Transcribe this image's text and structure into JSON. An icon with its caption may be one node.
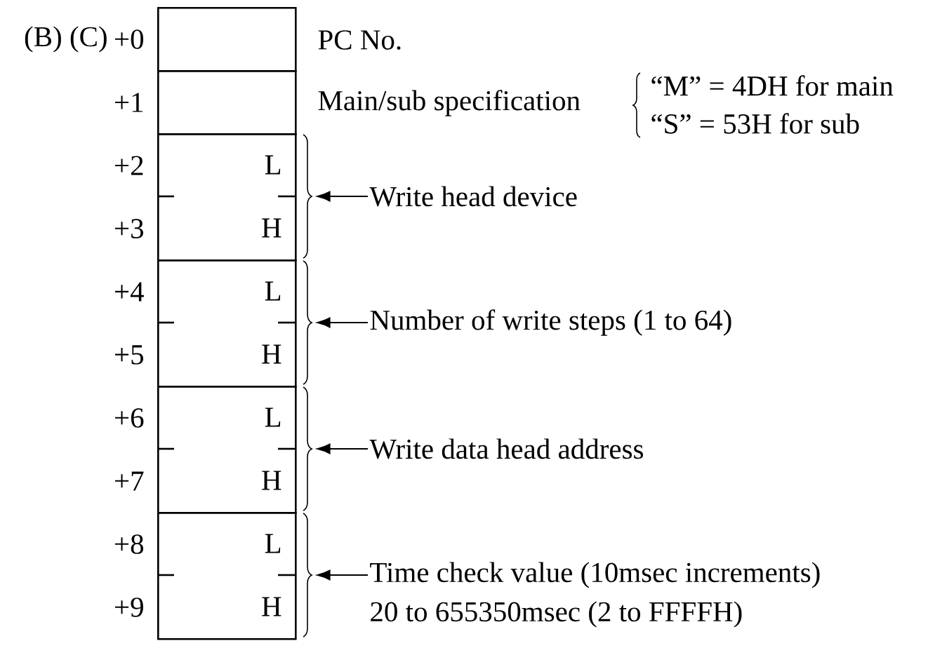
{
  "diagram": {
    "nodes": [
      {
        "text": [],
        "shape": "box",
        "beside": [
          "PC No."
        ]
      },
      {
        "text": [],
        "shape": "box",
        "beside": [
          "Main/sub specification"
        ]
      },
      {
        "text": [
          "L",
          "H"
        ]
      },
      {
        "text": [
          "L",
          "H"
        ]
      },
      {
        "text": [
          "L",
          "H"
        ]
      },
      {
        "text": [
          "L",
          "H"
        ]
      },
      {
        "text": [
          "Write head device"
        ]
      },
      {
        "text": [
          "Number of write steps (1 to 64)"
        ]
      },
      {
        "text": [
          "Write data head address"
        ]
      },
      {
        "text": [
          "Time check value (10msec increments)",
          "20 to 655350msec (2 to FFFFH)"
        ]
      }
    ],
    "edges": [
      {
        "from": 6,
        "to": 2,
        "arrow": "to"
      },
      {
        "from": 7,
        "to": 3,
        "arrow": "to"
      },
      {
        "from": 8,
        "to": 4,
        "arrow": "to"
      },
      {
        "from": 9,
        "to": 5,
        "arrow": "to"
      }
    ],
    "labels": [
      "(B) (C)",
      "+0",
      "+1",
      "+2",
      "+3",
      "+4",
      "+5",
      "+6",
      "+7",
      "+8",
      "+9",
      "“M” = 4DH for main",
      "“S” = 53H for sub"
    ]
  }
}
